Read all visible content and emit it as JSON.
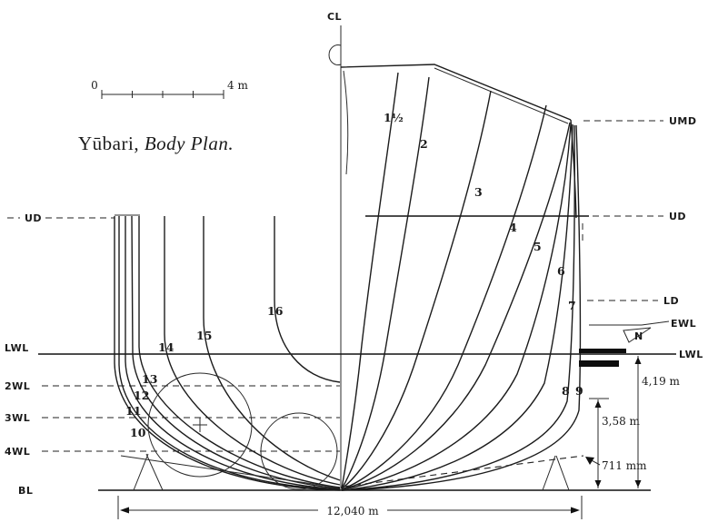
{
  "title": {
    "prefix": "Yūbari,",
    "italic": "Body Plan."
  },
  "scale_bar": {
    "zero": "0",
    "four_m": "4 m"
  },
  "labels": {
    "cl": "CL",
    "left": {
      "ud": "UD",
      "lwl": "LWL",
      "wl2": "2WL",
      "wl3": "3WL",
      "wl4": "4WL",
      "bl": "BL"
    },
    "right": {
      "umd": "UMD",
      "ud": "UD",
      "ld": "LD",
      "ewl": "EWL",
      "lwl": "LWL"
    },
    "n_mark": "N"
  },
  "stations": {
    "forward": [
      "1½",
      "2",
      "3",
      "4",
      "5",
      "6",
      "7",
      "8",
      "9"
    ],
    "aft": [
      "10",
      "11",
      "12",
      "13",
      "14",
      "15",
      "16"
    ]
  },
  "dimensions": {
    "beam": "12,040 m",
    "depth_lwl": "4,19 m",
    "draft": "3,58 m",
    "rise": "711 mm"
  }
}
